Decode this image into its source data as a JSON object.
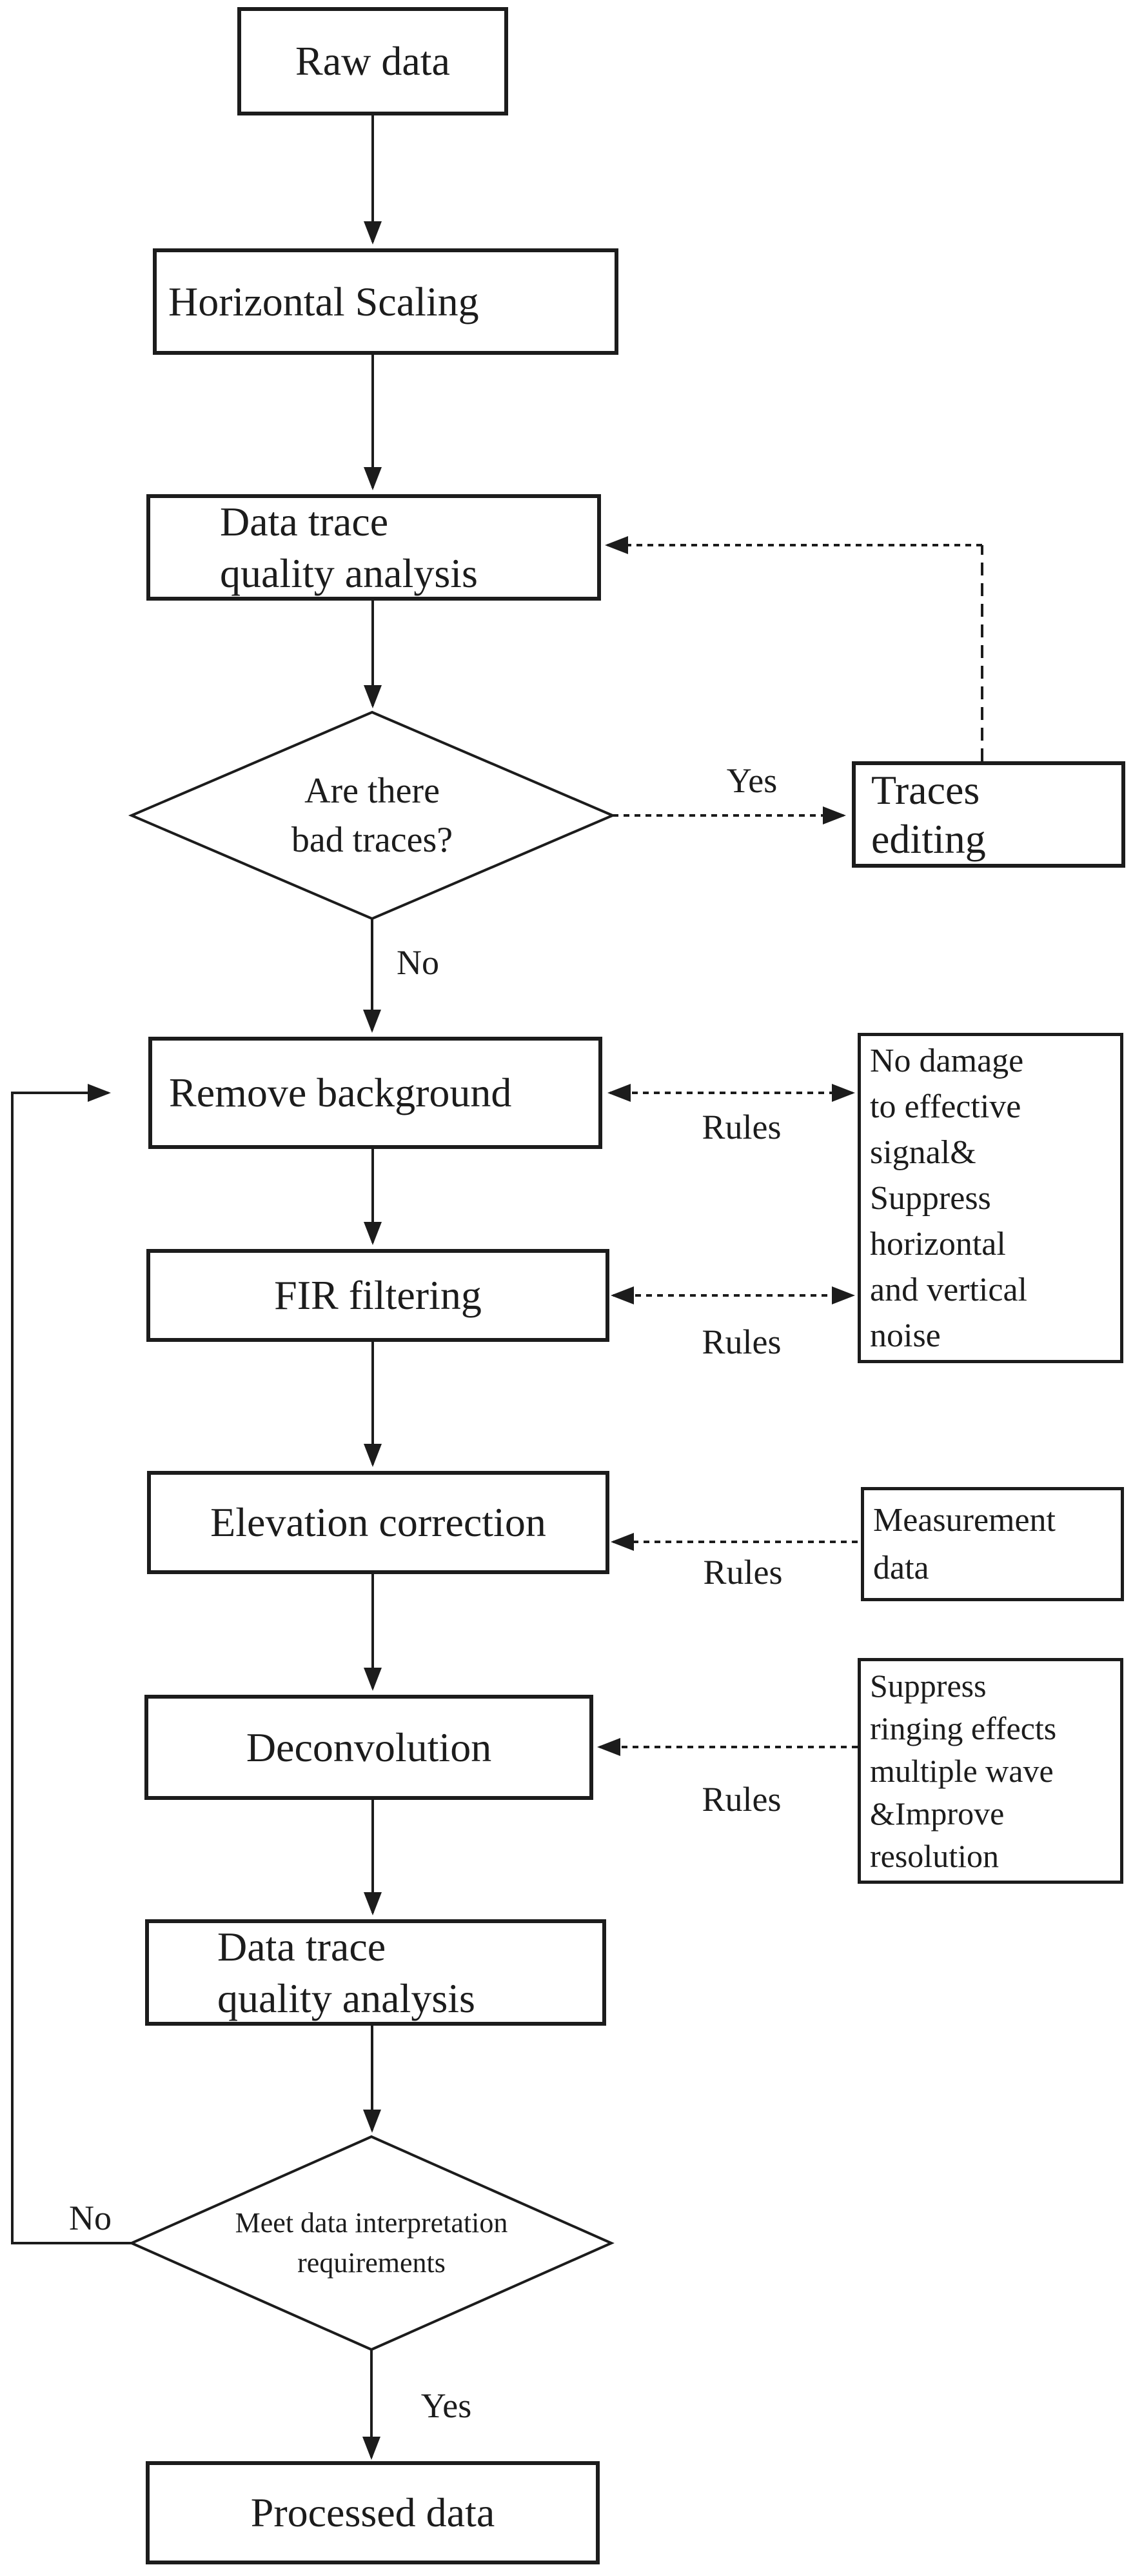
{
  "figure": {
    "background_color": "#ffffff",
    "line_color": "#1c1c1c"
  },
  "nodes": {
    "raw_data": {
      "label": "Raw data",
      "shape": "rectangle"
    },
    "horizontal_scaling": {
      "label": "Horizontal Scaling",
      "shape": "rectangle"
    },
    "data_trace_quality_analysis_1": {
      "label": "Data trace\nquality analysis",
      "shape": "rectangle"
    },
    "are_there_bad_traces": {
      "label": "Are there\nbad traces?",
      "shape": "diamond"
    },
    "traces_editing": {
      "label": "Traces\nediting",
      "shape": "rectangle"
    },
    "remove_background": {
      "label": "Remove background",
      "shape": "rectangle"
    },
    "fir_filtering": {
      "label": "FIR filtering",
      "shape": "rectangle"
    },
    "elevation_correction": {
      "label": "Elevation correction",
      "shape": "rectangle"
    },
    "deconvolution": {
      "label": "Deconvolution",
      "shape": "rectangle"
    },
    "data_trace_quality_analysis_2": {
      "label": "Data trace\nquality analysis",
      "shape": "rectangle"
    },
    "meet_requirements": {
      "label": "Meet data interpretation\nrequirements",
      "shape": "diamond"
    },
    "processed_data": {
      "label": "Processed data",
      "shape": "rectangle"
    },
    "note_no_damage": {
      "label": "No damage\nto effective\nsignal&\nSuppress\nhorizontal\nand vertical\nnoise",
      "shape": "rectangle"
    },
    "note_measurement": {
      "label": "Measurement\ndata",
      "shape": "rectangle"
    },
    "note_suppress": {
      "label": "Suppress\nringing effects\nmultiple wave\n&Improve\nresolution",
      "shape": "rectangle"
    }
  },
  "labels": {
    "yes_1": "Yes",
    "no_1": "No",
    "rules_1": "Rules",
    "rules_2": "Rules",
    "rules_3": "Rules",
    "rules_4": "Rules",
    "no_2": "No",
    "yes_2": "Yes"
  }
}
